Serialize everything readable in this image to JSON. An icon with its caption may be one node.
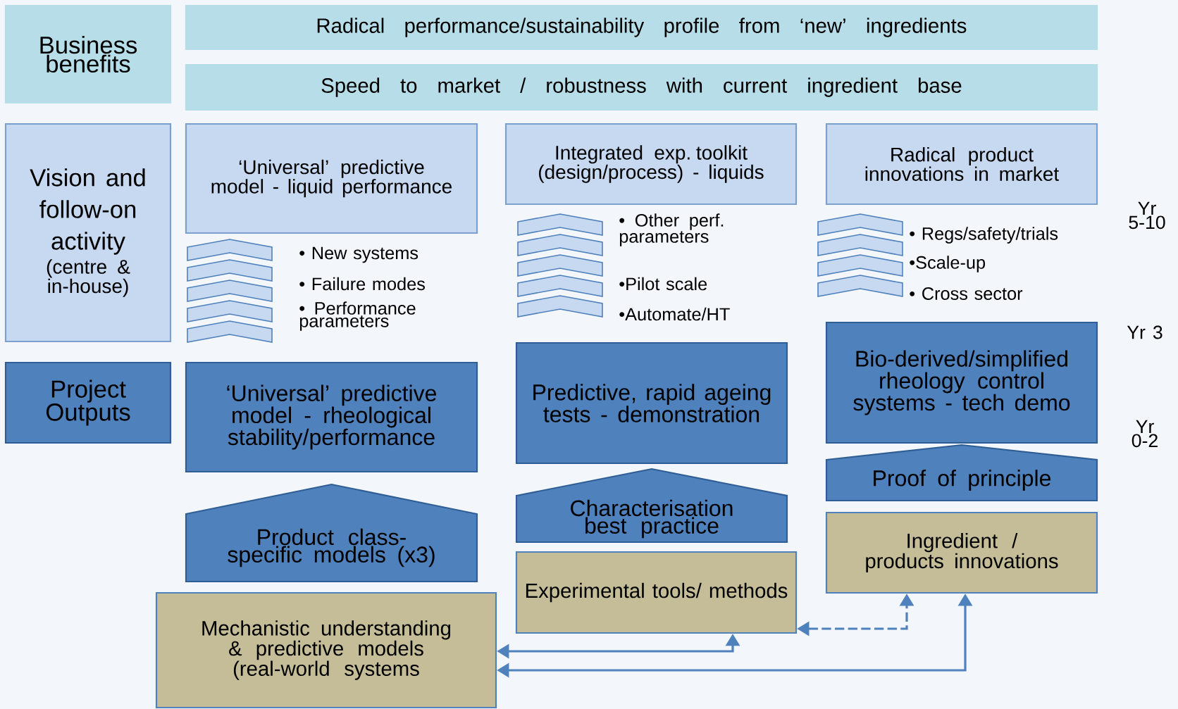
{
  "diagram": {
    "nodes": [
      {
        "text": [
          "Business benefits"
        ]
      },
      {
        "text": [
          "Radical performance/sustainability profile from ‘new’ ingredients"
        ]
      },
      {
        "text": [
          "Speed to market / robustness with current ingredient base"
        ]
      },
      {
        "text": [
          "Vision and follow-on activity",
          "(centre & in-house)"
        ]
      },
      {
        "text": [
          "‘Universal’ predictive model - liquid performance"
        ]
      },
      {
        "text": [
          "Integrated exp. toolkit (design/process) - liquids"
        ]
      },
      {
        "text": [
          "Radical product innovations in market"
        ]
      },
      {
        "text": [
          "Project Outputs"
        ]
      },
      {
        "text": [
          "‘Universal’ predictive model - rheological stability/performance"
        ]
      },
      {
        "text": [
          "Predictive, rapid ageing tests - demonstration"
        ]
      },
      {
        "text": [
          "Bio-derived/simplified rheology control systems - tech demo"
        ]
      },
      {
        "text": [
          "Proof of principle"
        ]
      },
      {
        "text": [
          "Characterisation best practice"
        ]
      },
      {
        "text": [
          "Product class-specific models (x3)"
        ]
      },
      {
        "text": [
          "Ingredient / products innovations"
        ]
      },
      {
        "text": [
          "Experimental tools/ methods"
        ]
      },
      {
        "text": [
          "Mechanistic understanding & predictive models (real-world systems"
        ]
      }
    ],
    "edges": [
      {
        "from": 16,
        "to": 15,
        "arrow": "both"
      },
      {
        "from": 16,
        "to": 14,
        "arrow": "both"
      },
      {
        "from": 15,
        "to": 14,
        "arrow": "both",
        "style": "dashed"
      }
    ],
    "labels": [
      "Yr 5-10",
      "• Other perf. parameters",
      "• Regs/safety/trials",
      "•Scale-up",
      "• New systems",
      "•Pilot scale",
      "• Cross sector",
      "• Failure modes",
      "•Automate/HT",
      "• Performance parameters",
      "Yr 3",
      "Yr 0-2"
    ]
  }
}
